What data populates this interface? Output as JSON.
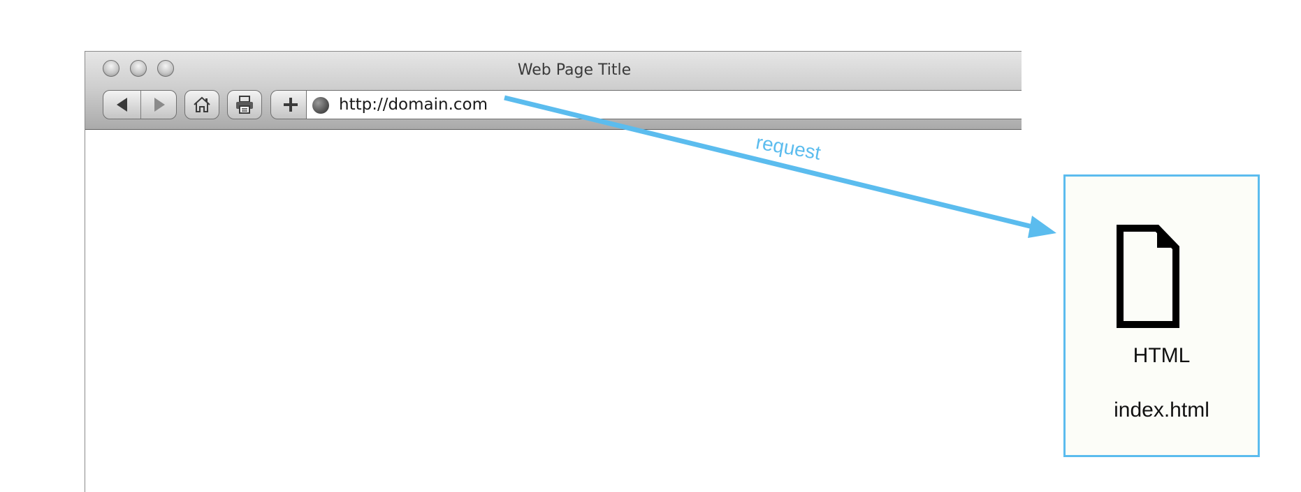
{
  "browser": {
    "window_title": "Web Page Title",
    "address": {
      "url": "http://domain.com"
    },
    "toolbar": {
      "back_icon": "back-arrow-icon",
      "forward_icon": "forward-arrow-icon",
      "home_icon": "home-icon",
      "print_icon": "printer-icon",
      "add_icon": "plus-icon",
      "site_icon": "globe-icon"
    }
  },
  "diagram": {
    "arrow_label": "request",
    "arrow_color": "#5bbcee",
    "server": {
      "file_type": "HTML",
      "file_name": "index.html",
      "border_color": "#5bbcee"
    }
  }
}
